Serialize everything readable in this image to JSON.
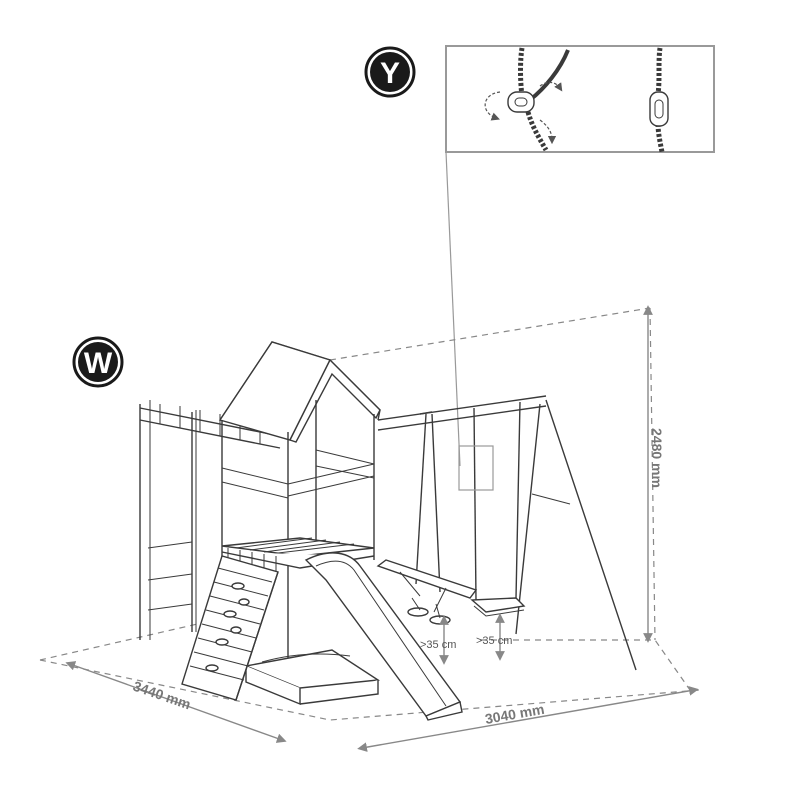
{
  "badges": {
    "w": "W",
    "y": "Y"
  },
  "dimensions": {
    "depth": "3440 mm",
    "width": "3040 mm",
    "height": "2480 mm",
    "clearance_left": ">35 cm",
    "clearance_right": ">35 cm"
  },
  "colors": {
    "line": "#3a3a3a",
    "dimension": "#888888",
    "badge": "#1a1a1a"
  }
}
